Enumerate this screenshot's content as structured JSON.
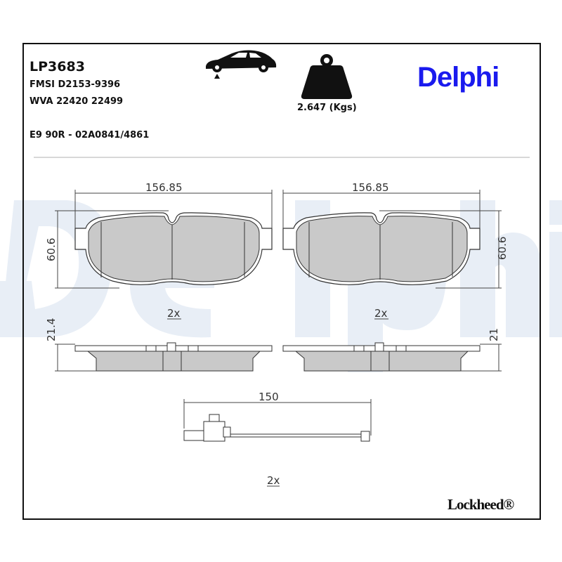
{
  "header": {
    "part_number": "LP3683",
    "fmsi": "FMSI D2153-9396",
    "wva": "WVA 22420 22499",
    "approval": "E9 90R - 02A0841/4861",
    "weight": "2.647 (Kgs)",
    "brand_logo": "Delphi",
    "brand_color": "#1a1aee",
    "axle_icon": "car-front-axle-icon",
    "weight_icon": "weight-icon"
  },
  "watermark": "Delphi",
  "drawing": {
    "left_pad": {
      "width": "156.85",
      "height": "60.6",
      "thickness": "21.4",
      "quantity": "2x"
    },
    "right_pad": {
      "width": "156.85",
      "height": "60.6",
      "thickness": "21",
      "quantity": "2x"
    },
    "sensor": {
      "length": "150",
      "quantity": "2x"
    }
  },
  "footer": {
    "logo": "Lockheed®"
  }
}
